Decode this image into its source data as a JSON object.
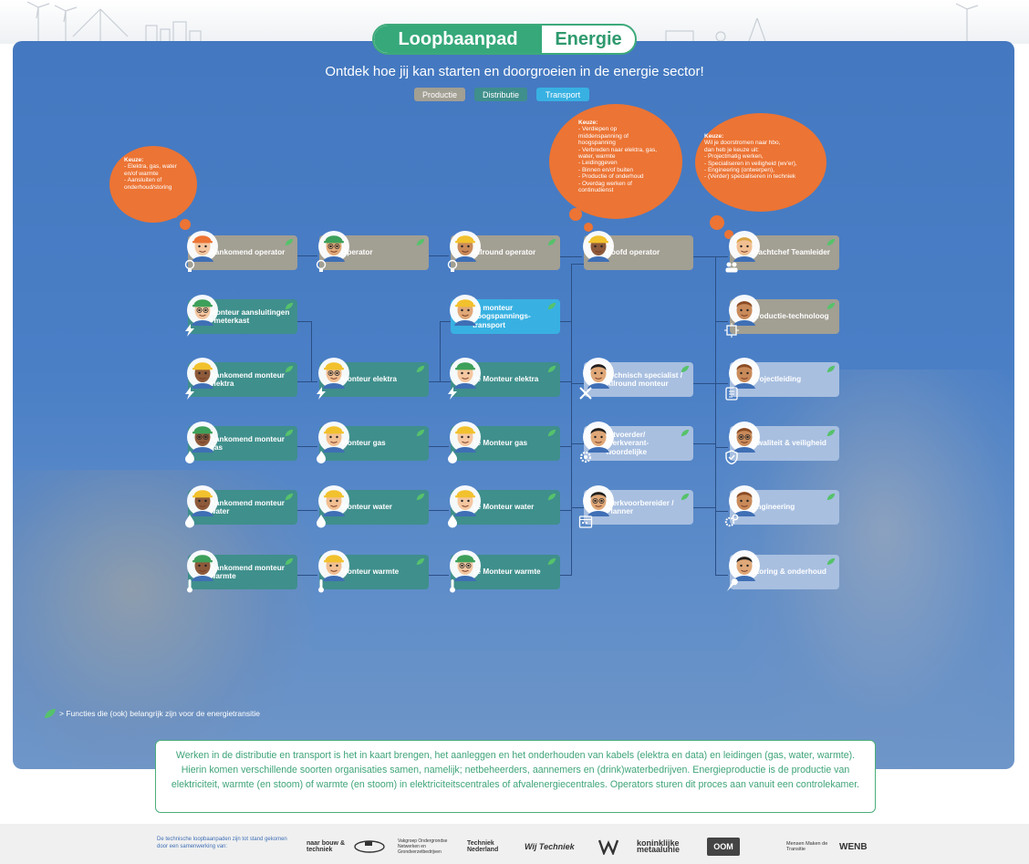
{
  "title": {
    "left": "Loopbaanpad",
    "right": "Energie"
  },
  "subtitle": "Ontdek hoe jij kan starten en doorgroeien in de energie sector!",
  "legend": [
    {
      "label": "Productie",
      "color": "#a29f93"
    },
    {
      "label": "Distributie",
      "color": "#3f8f8c"
    },
    {
      "label": "Transport",
      "color": "#38b1e2"
    }
  ],
  "colors": {
    "panel": "#4478c0",
    "orange": "#ec7434",
    "green": "#36a87a",
    "leaf": "#56c26b"
  },
  "bubbles": [
    {
      "head": "Keuze:",
      "body": "- Elektra, gas, water\n  en/of warmte\n- Aansluiten of\n  onderhoud/storing"
    },
    {
      "head": "Keuze:",
      "body": "- Verdiepen op\n  middenspanning of\n  hoogspanning\n- Verbreden naar elektra, gas,\n  water, warmte\n- Leidinggeven\n- Binnen en/of buiten\n- Productie of onderhoud\n- Overdag werken of\n  continudienst"
    },
    {
      "head": "Keuze:",
      "body": "Wil je doorstromen naar hbo,\ndan heb je keuze uit:\n- Projectmatig werken,\n- Specialiseren in veiligheid (wv'er),\n- Engineering (ontwerpen),\n- (Verder) specialiseren in techniek"
    }
  ],
  "cards": [
    {
      "label": "Aankomend operator"
    },
    {
      "label": "Operator"
    },
    {
      "label": "Allround operator"
    },
    {
      "label": "Hoofd operator"
    },
    {
      "label": "Wachtchef Teamleider"
    },
    {
      "label": "Monteur aansluitingen / meterkast"
    },
    {
      "label": "1e monteur hoogspannings-transport"
    },
    {
      "label": "Productie-technoloog"
    },
    {
      "label": "Aankomend monteur elektra"
    },
    {
      "label": "Monteur elektra"
    },
    {
      "label": "1e Monteur elektra"
    },
    {
      "label": "Technisch specialist / Allround monteur"
    },
    {
      "label": "Projectleiding"
    },
    {
      "label": "Aankomend monteur gas"
    },
    {
      "label": "Monteur gas"
    },
    {
      "label": "1e Monteur gas"
    },
    {
      "label": "Uitvoerder/ Werkverant-woordelijke"
    },
    {
      "label": "Kwaliteit & veiligheid"
    },
    {
      "label": "Aankomend monteur water"
    },
    {
      "label": "Monteur water"
    },
    {
      "label": "1e Monteur water"
    },
    {
      "label": "Werkvoorbereider / Planner"
    },
    {
      "label": "Engineering"
    },
    {
      "label": "Aankomend monteur warmte"
    },
    {
      "label": "Monteur warmte"
    },
    {
      "label": "1e Monteur warmte"
    },
    {
      "label": "Storing & onderhoud"
    }
  ],
  "footnote": "> Functies die (ook) belangrijk zijn voor de energietransitie",
  "description": "Werken in de distributie en transport is het in kaart brengen, het aanleggen en het onderhouden van kabels (elektra en data) en leidingen (gas, water, warmte). Hierin komen verschillende soorten organisaties samen, namelijk; netbeheerders, aannemers en (drink)waterbedrijven. Energieproductie is de productie van elektriciteit, warmte (en stoom) of warmte (en stoom) in elektriciteitscentrales of afvalenergiecentrales. Operators sturen dit proces aan vanuit een controlekamer.",
  "credit": "De technische loopbaanpaden zijn tot stand gekomen door een samenwerking van:",
  "logos": [
    "naar bouw & techniek",
    "Vakgroep Ondergrondse Netwerken en Grondverzetbedrijven",
    "Techniek Nederland",
    "Wij Techniek",
    "koninklijke metaalunie",
    "OOM",
    "Mensen Maken de Transitie",
    "WENB"
  ]
}
